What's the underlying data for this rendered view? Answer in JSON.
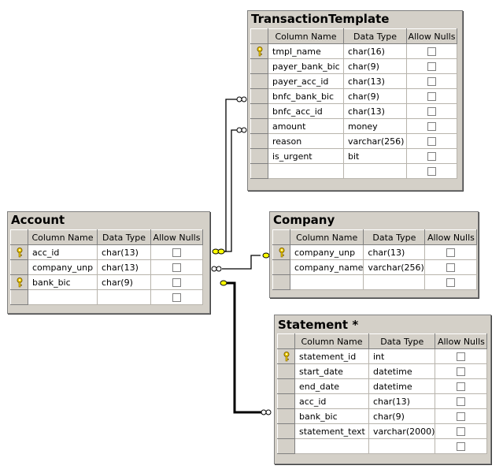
{
  "headers": {
    "column_name": "Column Name",
    "data_type": "Data Type",
    "allow_nulls": "Allow Nulls"
  },
  "tables": {
    "transaction_template": {
      "title": "TransactionTemplate",
      "rows": [
        {
          "name": "tmpl_name",
          "type": "char(16)",
          "key": true
        },
        {
          "name": "payer_bank_bic",
          "type": "char(9)",
          "key": false
        },
        {
          "name": "payer_acc_id",
          "type": "char(13)",
          "key": false
        },
        {
          "name": "bnfc_bank_bic",
          "type": "char(9)",
          "key": false
        },
        {
          "name": "bnfc_acc_id",
          "type": "char(13)",
          "key": false
        },
        {
          "name": "amount",
          "type": "money",
          "key": false
        },
        {
          "name": "reason",
          "type": "varchar(256)",
          "key": false
        },
        {
          "name": "is_urgent",
          "type": "bit",
          "key": false
        },
        {
          "name": "",
          "type": "",
          "key": false
        }
      ]
    },
    "account": {
      "title": "Account",
      "rows": [
        {
          "name": "acc_id",
          "type": "char(13)",
          "key": true
        },
        {
          "name": "company_unp",
          "type": "char(13)",
          "key": false
        },
        {
          "name": "bank_bic",
          "type": "char(9)",
          "key": true
        },
        {
          "name": "",
          "type": "",
          "key": false
        }
      ]
    },
    "company": {
      "title": "Company",
      "rows": [
        {
          "name": "company_unp",
          "type": "char(13)",
          "key": true
        },
        {
          "name": "company_name",
          "type": "varchar(256)",
          "key": false
        },
        {
          "name": "",
          "type": "",
          "key": false
        }
      ]
    },
    "statement": {
      "title": "Statement *",
      "rows": [
        {
          "name": "statement_id",
          "type": "int",
          "key": true
        },
        {
          "name": "start_date",
          "type": "datetime",
          "key": false
        },
        {
          "name": "end_date",
          "type": "datetime",
          "key": false
        },
        {
          "name": "acc_id",
          "type": "char(13)",
          "key": false
        },
        {
          "name": "bank_bic",
          "type": "char(9)",
          "key": false
        },
        {
          "name": "statement_text",
          "type": "varchar(2000)",
          "key": false
        },
        {
          "name": "",
          "type": "",
          "key": false
        }
      ]
    }
  }
}
